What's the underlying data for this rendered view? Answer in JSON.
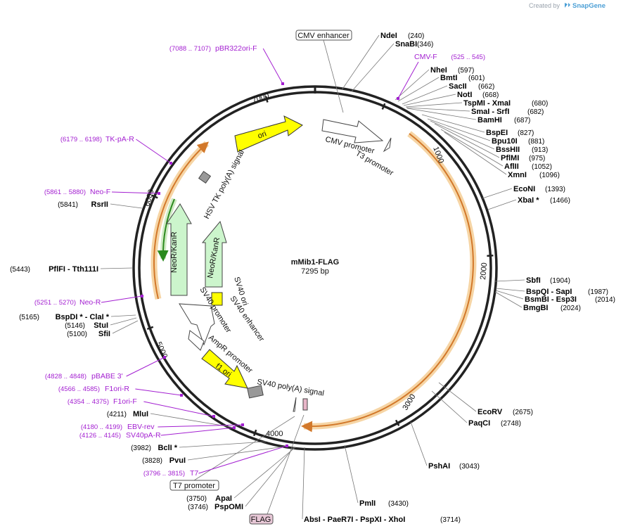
{
  "header": {
    "created_by": "Created by",
    "brand": "SnapGene"
  },
  "plasmid": {
    "name": "mMib1-FLAG",
    "size_label": "7295 bp"
  },
  "ticks": [
    "1000",
    "2000",
    "3000",
    "4000",
    "5000",
    "6000",
    "7000"
  ],
  "features": [
    "ori",
    "CMV promoter",
    "T3 promoter",
    "HSV TK poly(A) signal",
    "NeoR/KanR",
    "NeoR/KanR",
    "SV40 ori",
    "SV40 enhancer",
    "SV40 promoter",
    "AmpR promoter",
    "f1 ori",
    "SV40 poly(A) signal"
  ],
  "boxed_labels": {
    "cmv_enhancer": "CMV enhancer",
    "t7_promoter": "T7 promoter",
    "flag": "FLAG"
  },
  "enzymes": [
    {
      "name": "NdeI",
      "pos": "(240)"
    },
    {
      "name": "SnaBI",
      "pos": "(346)"
    },
    {
      "name": "NheI",
      "pos": "(597)"
    },
    {
      "name": "BmtI",
      "pos": "(601)"
    },
    {
      "name": "SacII",
      "pos": "(662)"
    },
    {
      "name": "NotI",
      "pos": "(668)"
    },
    {
      "name": "TspMI - XmaI",
      "pos": "(680)"
    },
    {
      "name": "SmaI - SrfI",
      "pos": "(682)"
    },
    {
      "name": "BamHI",
      "pos": "(687)"
    },
    {
      "name": "BspEI",
      "pos": "(827)"
    },
    {
      "name": "Bpu10I",
      "pos": "(881)"
    },
    {
      "name": "BssHII",
      "pos": "(913)"
    },
    {
      "name": "PflMI",
      "pos": "(975)"
    },
    {
      "name": "AflII",
      "pos": "(1052)"
    },
    {
      "name": "XmnI",
      "pos": "(1096)"
    },
    {
      "name": "EcoNI",
      "pos": "(1393)"
    },
    {
      "name": "XbaI *",
      "pos": "(1466)"
    },
    {
      "name": "SbfI",
      "pos": "(1904)"
    },
    {
      "name": "BspQI - SapI",
      "pos": "(1987)"
    },
    {
      "name": "BsmBI - Esp3I",
      "pos": "(2014)"
    },
    {
      "name": "BmgBI",
      "pos": "(2024)"
    },
    {
      "name": "EcoRV",
      "pos": "(2675)"
    },
    {
      "name": "PaqCI",
      "pos": "(2748)"
    },
    {
      "name": "PshAI",
      "pos": "(3043)"
    },
    {
      "name": "PmlI",
      "pos": "(3430)"
    },
    {
      "name": "AbsI - PaeR7I - PspXI - XhoI",
      "pos": "(3714)"
    },
    {
      "name": "ApaI",
      "pos": "(3750)"
    },
    {
      "name": "PspOMI",
      "pos": "(3746)"
    },
    {
      "name": "PvuI",
      "pos": "(3828)"
    },
    {
      "name": "BclI *",
      "pos": "(3982)"
    },
    {
      "name": "MluI",
      "pos": "(4211)"
    },
    {
      "name": "SfiI",
      "pos": "(5100)"
    },
    {
      "name": "StuI",
      "pos": "(5146)"
    },
    {
      "name": "BspDI * - ClaI *",
      "pos": "(5165)"
    },
    {
      "name": "PflFI - Tth111I",
      "pos": "(5443)"
    },
    {
      "name": "RsrII",
      "pos": "(5841)"
    }
  ],
  "primers": [
    {
      "name": "pBR322ori-F",
      "range": "(7088 .. 7107)"
    },
    {
      "name": "CMV-F",
      "range": "(525 .. 545)"
    },
    {
      "name": "TK-pA-R",
      "range": "(6179 .. 6198)"
    },
    {
      "name": "Neo-F",
      "range": "(5861 .. 5880)"
    },
    {
      "name": "Neo-R",
      "range": "(5251 .. 5270)"
    },
    {
      "name": "pBABE 3'",
      "range": "(4828 .. 4848)"
    },
    {
      "name": "F1ori-R",
      "range": "(4566 .. 4585)"
    },
    {
      "name": "F1ori-F",
      "range": "(4354 .. 4375)"
    },
    {
      "name": "EBV-rev",
      "range": "(4180 .. 4199)"
    },
    {
      "name": "SV40pA-R",
      "range": "(4126 .. 4145)"
    },
    {
      "name": "T7",
      "range": "(3796 .. 3815)"
    }
  ]
}
